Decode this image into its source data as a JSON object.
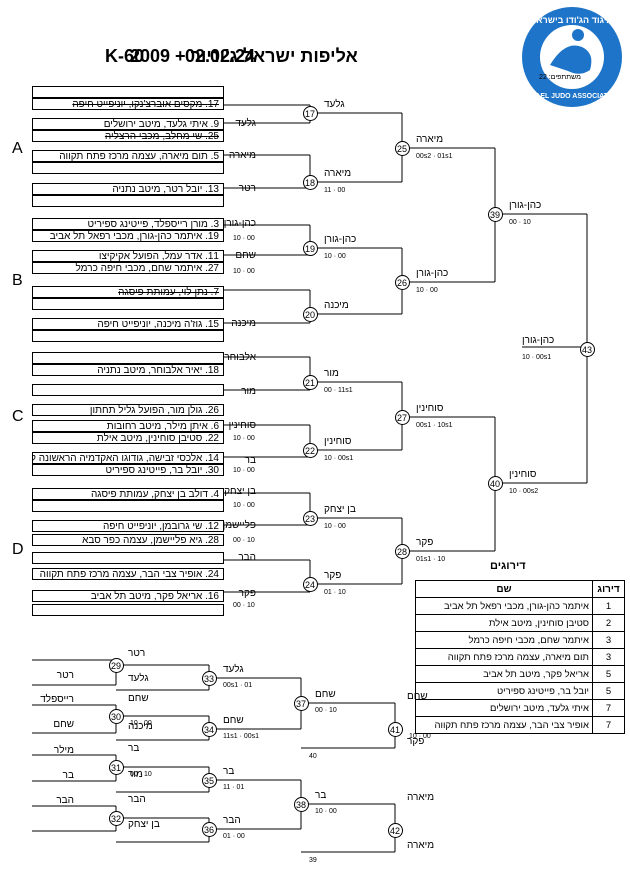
{
  "header": {
    "title": "אליפות ישראל ג'וניור",
    "age": "2009 +",
    "date": "02.02.24",
    "weight": "K-60"
  },
  "logo": {
    "org_text": "איגוד הג'ודו בישראל",
    "org_text_en": "ISRAEL JUDO ASSOCIATION",
    "participants": "משתתפים: 22"
  },
  "pools": [
    "A",
    "B",
    "C",
    "D"
  ],
  "entries": [
    {
      "text": "17. מקסים אוברצ'נקו, יוניפייט חיפה",
      "strike": true
    },
    {
      "text": "9. איתי גלעד, מיטב ירושלים",
      "strike": false
    },
    {
      "text": "25. שי מחלב, מכבי הרצליה",
      "strike": true
    },
    {
      "text": "5. תום מיארה, עצמה מרכז פתח תקווה",
      "strike": false
    },
    {
      "text": "13. יובל רטר, מיטב נתניה",
      "strike": false
    },
    {
      "text": "3. מורן רייספלד, פייטינג ספיריט",
      "strike": false
    },
    {
      "text": "19. איתמר כהן-גורן, מכבי רפאל תל אביב",
      "strike": false
    },
    {
      "text": "11. אדר עמל, הפועל אקיקיצו",
      "strike": false
    },
    {
      "text": "27. איתמר שחם, מכבי חיפה כרמל",
      "strike": false
    },
    {
      "text": "7. נתן לוי, עמותת פיסגה",
      "strike": true
    },
    {
      "text": "15. גוז'ה מיכנה, יוניפייט חיפה",
      "strike": false
    },
    {
      "text": "18. יאיר אלבוחר, מיטב נתניה",
      "strike": false
    },
    {
      "text": "26. גולן מור, הפועל גליל תחתון",
      "strike": false
    },
    {
      "text": "6. איתן מילר, מיטב רחובות",
      "strike": false
    },
    {
      "text": "22. סטיבן סוחינין, מיטב אילת",
      "strike": false
    },
    {
      "text": "14. אלכסי זבישה, גודוגו האקדמיה הראשונה לגודו",
      "strike": false
    },
    {
      "text": "30. יובל בר, פייטינג ספיריט",
      "strike": false
    },
    {
      "text": "4. דולב בן יצחק, עמותת פיסגה",
      "strike": false
    },
    {
      "text": "12. שי גרובמן, יוניפייט חיפה",
      "strike": false
    },
    {
      "text": "28. גיא פליישמן, עצמה כפר סבא",
      "strike": false
    },
    {
      "text": "24. אופיר צבי הבר, עצמה מרכז פתח תקווה",
      "strike": false
    },
    {
      "text": "16. אריאל פקר, מיטב תל אביב",
      "strike": false
    }
  ],
  "r1_labels": [
    "גלעד",
    "מיארה",
    "רטר",
    "כהן-גורן",
    "שחם",
    "מיכנה",
    "אלבוחר",
    "מור",
    "סוחינין",
    "בר",
    "בן יצחק",
    "פליישמן",
    "הבר",
    "פקר"
  ],
  "r1_scores": [
    "10 · 00",
    "10 · 00",
    "10 · 00",
    "10 · 00",
    "10 · 00",
    "00 · 10",
    "00 · 10"
  ],
  "main_matches": [
    {
      "num": "17",
      "winner": "גלעד",
      "score": ""
    },
    {
      "num": "18",
      "winner": "מיארה",
      "score": "11 · 00"
    },
    {
      "num": "19",
      "winner": "כהן-גורן",
      "score": "10 · 00"
    },
    {
      "num": "20",
      "winner": "מיכנה",
      "score": ""
    },
    {
      "num": "21",
      "winner": "מור",
      "score": "00 · 11s1"
    },
    {
      "num": "22",
      "winner": "סוחינין",
      "score": "10 · 00s1"
    },
    {
      "num": "23",
      "winner": "בן יצחק",
      "score": "10 · 00"
    },
    {
      "num": "24",
      "winner": "פקר",
      "score": "01 · 10"
    },
    {
      "num": "25",
      "winner": "מיארה",
      "score": "00s2 · 01s1"
    },
    {
      "num": "26",
      "winner": "כהן-גורן",
      "score": "10 · 00"
    },
    {
      "num": "27",
      "winner": "סוחינין",
      "score": "00s1 · 10s1"
    },
    {
      "num": "28",
      "winner": "פקר",
      "score": "01s1 · 10"
    },
    {
      "num": "39",
      "winner": "כהן-גורן",
      "score": "00 · 10"
    },
    {
      "num": "40",
      "winner": "סוחינין",
      "score": "10 · 00s2"
    },
    {
      "num": "43",
      "winner": "כהן-גורן",
      "score": "10 · 00s1"
    }
  ],
  "repechage": {
    "entrants": [
      "רטר",
      "רייספלד",
      "שחם",
      "מילר",
      "בר",
      "הבר"
    ],
    "matches": [
      {
        "num": "29",
        "top": "רטר",
        "bottom": "גלעד",
        "score": ""
      },
      {
        "num": "30",
        "top": "שחם",
        "bottom": "מיכנה",
        "score": "10 · 00"
      },
      {
        "num": "31",
        "top": "בר",
        "bottom": "מור",
        "score": "00 · 10"
      },
      {
        "num": "32",
        "top": "הבר",
        "bottom": "בן יצחק",
        "score": ""
      },
      {
        "num": "33",
        "winner": "גלעד",
        "score": "00s1 · 01"
      },
      {
        "num": "34",
        "winner": "שחם",
        "score": "11s1 · 00s1"
      },
      {
        "num": "35",
        "winner": "בר",
        "score": "11 · 01"
      },
      {
        "num": "36",
        "winner": "הבר",
        "score": "01 · 00"
      },
      {
        "num": "37",
        "winner": "שחם",
        "score": "00 · 10"
      },
      {
        "num": "38",
        "winner": "בר",
        "score": "10 · 00"
      },
      {
        "num": "41",
        "top": "שחם",
        "bottom": "פקר",
        "score": "10 · 00",
        "note": "40"
      },
      {
        "num": "42",
        "top": "מיארה",
        "bottom": "מיארה",
        "score": "",
        "note": "39"
      }
    ]
  },
  "ranking": {
    "title": "דירוגים",
    "col_name": "שם",
    "col_place": "דירוג",
    "rows": [
      {
        "place": "1",
        "name": "איתמר כהן-גורן, מכבי רפאל תל אביב"
      },
      {
        "place": "2",
        "name": "סטיבן סוחינין, מיטב אילת"
      },
      {
        "place": "3",
        "name": "איתמר שחם, מכבי חיפה כרמל"
      },
      {
        "place": "3",
        "name": "תום מיארה, עצמה מרכז פתח תקווה"
      },
      {
        "place": "5",
        "name": "אריאל פקר, מיטב תל אביב"
      },
      {
        "place": "5",
        "name": "יובל בר, פייטינג ספיריט"
      },
      {
        "place": "7",
        "name": "איתי גלעד, מיטב ירושלים"
      },
      {
        "place": "7",
        "name": "אופיר צבי הבר, עצמה מרכז פתח תקווה"
      }
    ]
  }
}
